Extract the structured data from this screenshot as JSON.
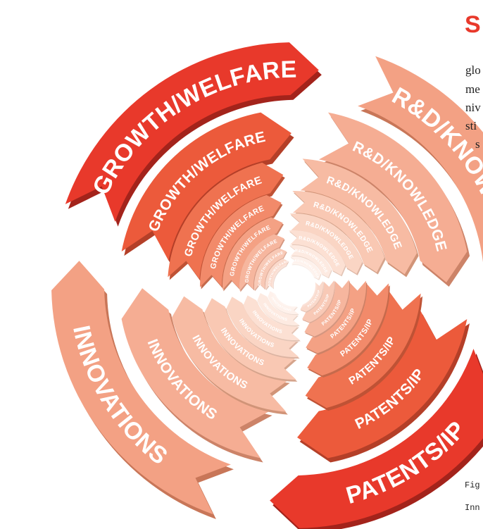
{
  "heading": "S",
  "body_lines": [
    "glo",
    "me",
    "niv",
    "sti",
    "s"
  ],
  "captions": [
    "Fig",
    "Inn"
  ],
  "rings": [
    {
      "segments": [
        {
          "label": "GROWTH/WELFARE",
          "color": "#e8392b",
          "shade": "#a3231b"
        },
        {
          "label": "R&D/KNOWLEDGE",
          "color": "#f3a184",
          "shade": "#c87658"
        },
        {
          "label": "PATENTS/IP",
          "color": "#e8392b",
          "shade": "#a3231b"
        },
        {
          "label": "INNOVATIONS",
          "color": "#f3a184",
          "shade": "#c87658"
        }
      ]
    },
    {
      "segments": [
        {
          "label": "GROWTH/WELFARE",
          "color": "#ec5a3b",
          "shade": "#b43f28"
        },
        {
          "label": "R&D/KNOWLEDGE",
          "color": "#f5ad93",
          "shade": "#cc8368"
        },
        {
          "label": "PATENTS/IP",
          "color": "#ec5a3b",
          "shade": "#b43f28"
        },
        {
          "label": "INNOVATIONS",
          "color": "#f5ad93",
          "shade": "#cc8368"
        }
      ]
    },
    {
      "segments": [
        {
          "label": "GROWTH/WELFARE",
          "color": "#ef7250",
          "shade": "#bf5235"
        },
        {
          "label": "R&D/KNOWLEDGE",
          "color": "#f7bba3",
          "shade": "#d19478"
        },
        {
          "label": "PATENTS/IP",
          "color": "#ef7250",
          "shade": "#bf5235"
        },
        {
          "label": "INNOVATIONS",
          "color": "#f7bba3",
          "shade": "#d19478"
        }
      ]
    },
    {
      "segments": [
        {
          "label": "GROWTH/WELFARE",
          "color": "#f28a6a",
          "shade": "#c56a4c"
        },
        {
          "label": "R&D/KNOWLEDGE",
          "color": "#f9c8b3",
          "shade": "#d5a48c"
        },
        {
          "label": "PATENTS/IP",
          "color": "#f28a6a",
          "shade": "#c56a4c"
        },
        {
          "label": "INNOVATIONS",
          "color": "#f9c8b3",
          "shade": "#d5a48c"
        }
      ]
    },
    {
      "segments": [
        {
          "label": "GROWTH/WELFARE",
          "color": "#f4a184",
          "shade": "#cc8166"
        },
        {
          "label": "R&D/KNOWLEDGE",
          "color": "#fad5c4",
          "shade": "#dcb4a2"
        },
        {
          "label": "PATENTS/IP",
          "color": "#f4a184",
          "shade": "#cc8166"
        },
        {
          "label": "INNOVATIONS",
          "color": "#fad5c4",
          "shade": "#dcb4a2"
        }
      ]
    },
    {
      "segments": [
        {
          "label": "GROWTH/WELFARE",
          "color": "#f6b69e",
          "shade": "#d49680"
        },
        {
          "label": "R&D/KNOWLEDGE",
          "color": "#fce0d3",
          "shade": "#e2c4b5"
        },
        {
          "label": "PATENTS/IP",
          "color": "#f6b69e",
          "shade": "#d49680"
        },
        {
          "label": "INNOVATIONS",
          "color": "#fce0d3",
          "shade": "#e2c4b5"
        }
      ]
    },
    {
      "segments": [
        {
          "label": "GROWTH/WELFARE",
          "color": "#f8c9b6",
          "shade": "#dcab98"
        },
        {
          "label": "R&D/KNOWLEDGE",
          "color": "#fdeae1",
          "shade": "#e8d2c6"
        },
        {
          "label": "PATENTS/IP",
          "color": "#f8c9b6",
          "shade": "#dcab98"
        },
        {
          "label": "INNOVATIONS",
          "color": "#fdeae1",
          "shade": "#e8d2c6"
        }
      ]
    },
    {
      "segments": [
        {
          "label": "GROWTH/WELFARE",
          "color": "#fad9cb",
          "shade": "#e2bfb0"
        },
        {
          "label": "R&D/KNOWLEDGE",
          "color": "#fef1eb",
          "shade": "#eddcd3"
        },
        {
          "label": "PATENTS/IP",
          "color": "#fad9cb",
          "shade": "#e2bfb0"
        },
        {
          "label": "INNOVATIONS",
          "color": "#fef1eb",
          "shade": "#eddcd3"
        }
      ]
    }
  ]
}
